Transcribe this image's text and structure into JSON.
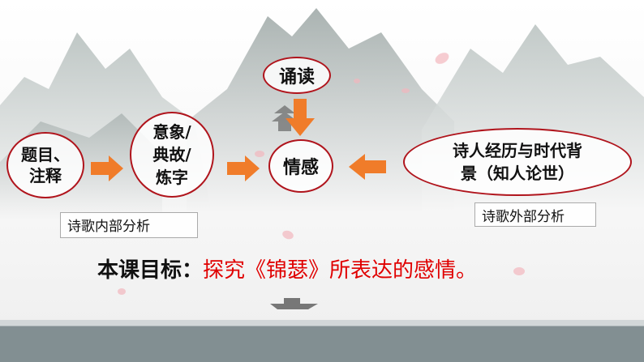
{
  "nodes": {
    "title_note": {
      "line1": "题目、",
      "line2": "注释"
    },
    "imagery": {
      "line1": "意象/",
      "line2": "典故/",
      "line3": "炼字"
    },
    "recite": "诵读",
    "emotion": "情感",
    "background": {
      "line1": "诗人经历与时代背",
      "line2": "景（知人论世）"
    }
  },
  "labels": {
    "internal": "诗歌内部分析",
    "external": "诗歌外部分析"
  },
  "goal": {
    "key": "本课目标：",
    "value": "探究《锦瑟》所表达的感情。"
  },
  "colors": {
    "oval_border": "#b0141c",
    "arrow": "#f07c2a",
    "goal_highlight": "#e00000"
  }
}
